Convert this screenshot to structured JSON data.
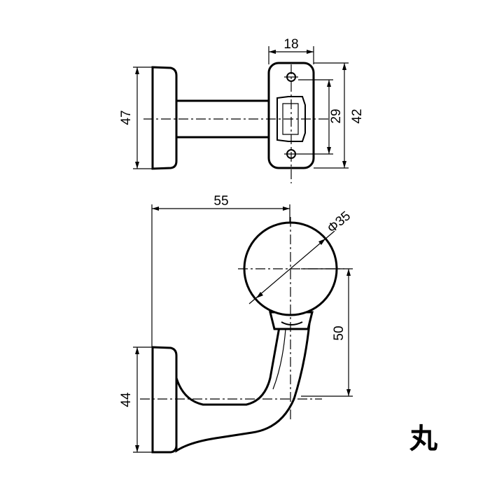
{
  "dimensions": {
    "top_width": "18",
    "top_height_left": "47",
    "top_hole_pitch": "29",
    "top_height_right": "42",
    "bottom_reach": "55",
    "ball_diameter": "Φ35",
    "bottom_height": "50",
    "base_height": "44"
  },
  "label": {
    "shape": "丸"
  }
}
